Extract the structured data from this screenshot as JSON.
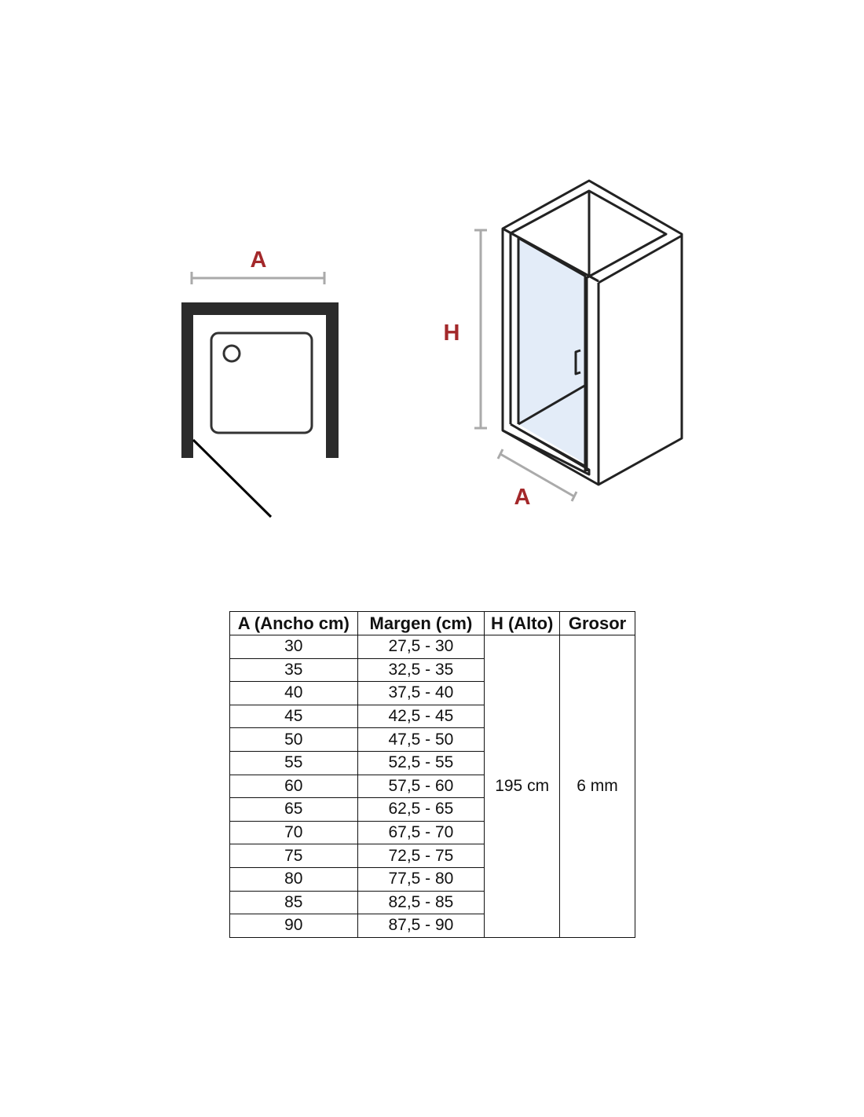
{
  "plan_view": {
    "dimension_label": "A"
  },
  "iso_view": {
    "height_label": "H",
    "width_label": "A"
  },
  "colors": {
    "label": "#a3282a",
    "frame": "#2b2b2b",
    "dimension_line": "#aaaaaa",
    "glass": "#e3ecf8"
  },
  "table": {
    "headers": [
      "A (Ancho cm)",
      "Margen (cm)",
      "H (Alto)",
      "Grosor"
    ],
    "rows": [
      {
        "ancho": "30",
        "margen": "27,5 - 30"
      },
      {
        "ancho": "35",
        "margen": "32,5 - 35"
      },
      {
        "ancho": "40",
        "margen": "37,5 - 40"
      },
      {
        "ancho": "45",
        "margen": "42,5 - 45"
      },
      {
        "ancho": "50",
        "margen": "47,5 - 50"
      },
      {
        "ancho": "55",
        "margen": "52,5 - 55"
      },
      {
        "ancho": "60",
        "margen": "57,5 - 60"
      },
      {
        "ancho": "65",
        "margen": "62,5 - 65"
      },
      {
        "ancho": "70",
        "margen": "67,5 - 70"
      },
      {
        "ancho": "75",
        "margen": "72,5 - 75"
      },
      {
        "ancho": "80",
        "margen": "77,5 - 80"
      },
      {
        "ancho": "85",
        "margen": "82,5 - 85"
      },
      {
        "ancho": "90",
        "margen": "87,5 - 90"
      }
    ],
    "alto": "195 cm",
    "grosor": "6 mm"
  }
}
